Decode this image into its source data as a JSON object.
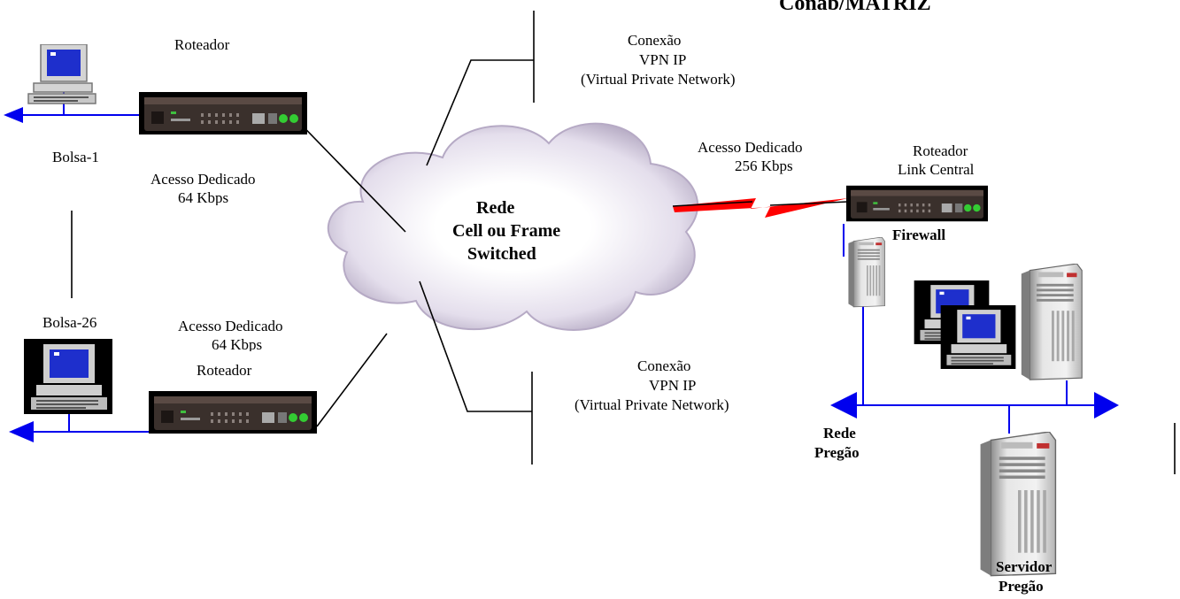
{
  "header": {
    "title": "Conab/MATRIZ"
  },
  "cloud": {
    "line1": "Rede",
    "line2": "Cell ou Frame",
    "line3": "Switched"
  },
  "top_left": {
    "router_label": "Roteador",
    "pc_label": "Bolsa-1",
    "access_line1": "Acesso Dedicado",
    "access_line2": "64 Kbps"
  },
  "bottom_left": {
    "pc_label": "Bolsa-26",
    "access_line1": "Acesso Dedicado",
    "access_line2": "64 Kbps",
    "router_label": "Roteador"
  },
  "vpn_top": {
    "line1": "Conexão",
    "line2": "VPN IP",
    "line3": "(Virtual Private Network)"
  },
  "vpn_bottom": {
    "line1": "Conexão",
    "line2": "VPN IP",
    "line3": "(Virtual Private Network)"
  },
  "central": {
    "access_line1": "Acesso Dedicado",
    "access_line2": "256 Kbps",
    "router_line1": "Roteador",
    "router_line2": "Link Central",
    "firewall_label": "Firewall",
    "lan_line1": "Rede",
    "lan_line2": "Pregão",
    "server_line1": "Servidor",
    "server_line2": "Pregão"
  },
  "colors": {
    "lan_line": "#0000ee",
    "wan_link": "#ff0000",
    "cloud": "#c9bfd6"
  }
}
